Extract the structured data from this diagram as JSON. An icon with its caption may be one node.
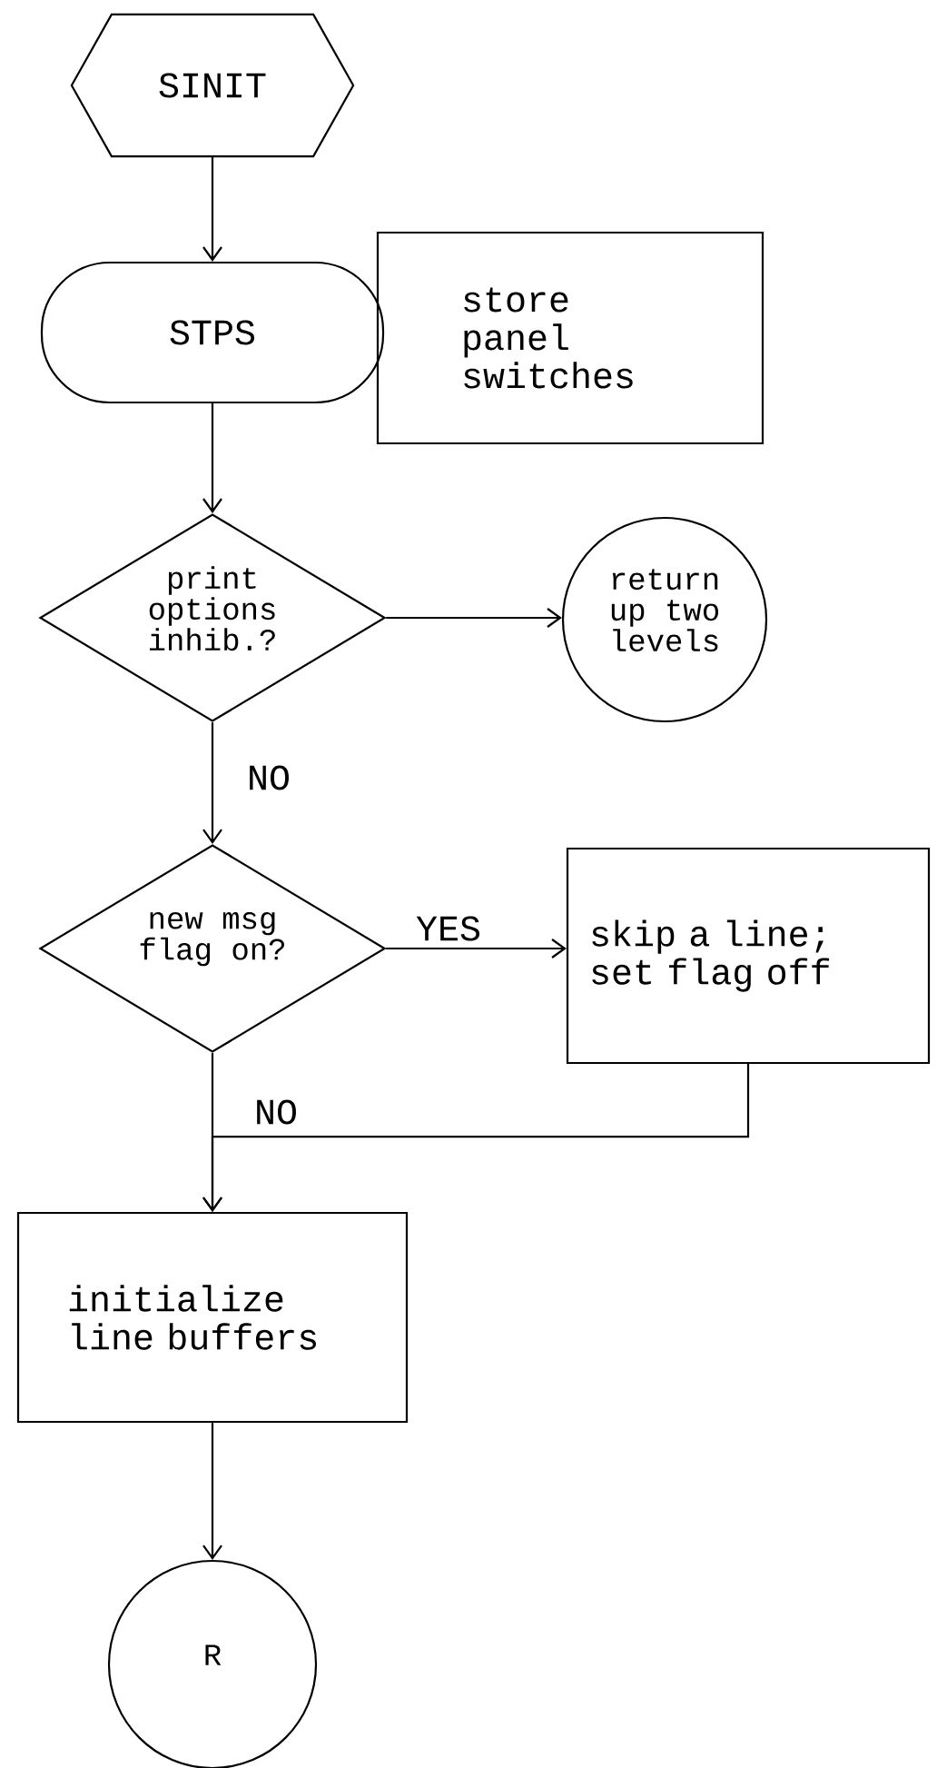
{
  "diagram": {
    "nodes": [
      {
        "text": [
          "SINIT"
        ]
      },
      {
        "text": [
          "STPS"
        ]
      },
      {
        "text": [
          "store panel switches"
        ]
      },
      {
        "text": [
          "print options inhib.?"
        ]
      },
      {
        "text": [
          "return up two levels"
        ]
      },
      {
        "text": [
          "new msg flag on?"
        ]
      },
      {
        "text": [
          "skip a line; set flag off"
        ]
      },
      {
        "text": [
          "initialize line buffers"
        ]
      },
      {
        "text": [
          "R"
        ]
      }
    ],
    "edges": [
      {
        "from": 0,
        "to": 1,
        "arrow": "to"
      },
      {
        "from": 1,
        "to": 3,
        "arrow": "to"
      },
      {
        "from": 3,
        "to": 4,
        "arrow": "to"
      },
      {
        "from": 3,
        "to": 5,
        "arrow": "to",
        "label": "NO"
      },
      {
        "from": 5,
        "to": 6,
        "arrow": "to",
        "label": "YES"
      },
      {
        "from": 5,
        "to": 7,
        "arrow": "to",
        "label": "NO"
      },
      {
        "from": 6,
        "to": 7,
        "arrow": "to"
      },
      {
        "from": 7,
        "to": 8,
        "arrow": "to"
      }
    ]
  }
}
